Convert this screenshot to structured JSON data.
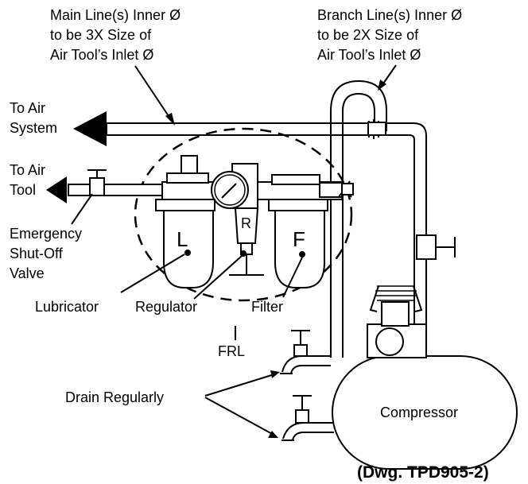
{
  "labels": {
    "main_line": [
      "Main Line(s) Inner Ø",
      "to be 3X Size of",
      "Air Tool’s Inlet Ø"
    ],
    "branch_line": [
      "Branch Line(s) Inner Ø",
      "to be 2X Size of",
      "Air Tool’s Inlet Ø"
    ],
    "to_air_system": [
      "To Air",
      "System"
    ],
    "to_air_tool": [
      "To Air",
      "Tool"
    ],
    "emergency_valve": [
      "Emergency",
      "Shut-Off",
      "Valve"
    ],
    "lubricator": "Lubricator",
    "regulator": "Regulator",
    "filter": "Filter",
    "frl": "FRL",
    "drain": "Drain Regularly",
    "compressor": "Compressor",
    "drawing_ref": "(Dwg. TPD905-2)",
    "bowl_l": "L",
    "bowl_f": "F",
    "bowl_r": "R"
  }
}
